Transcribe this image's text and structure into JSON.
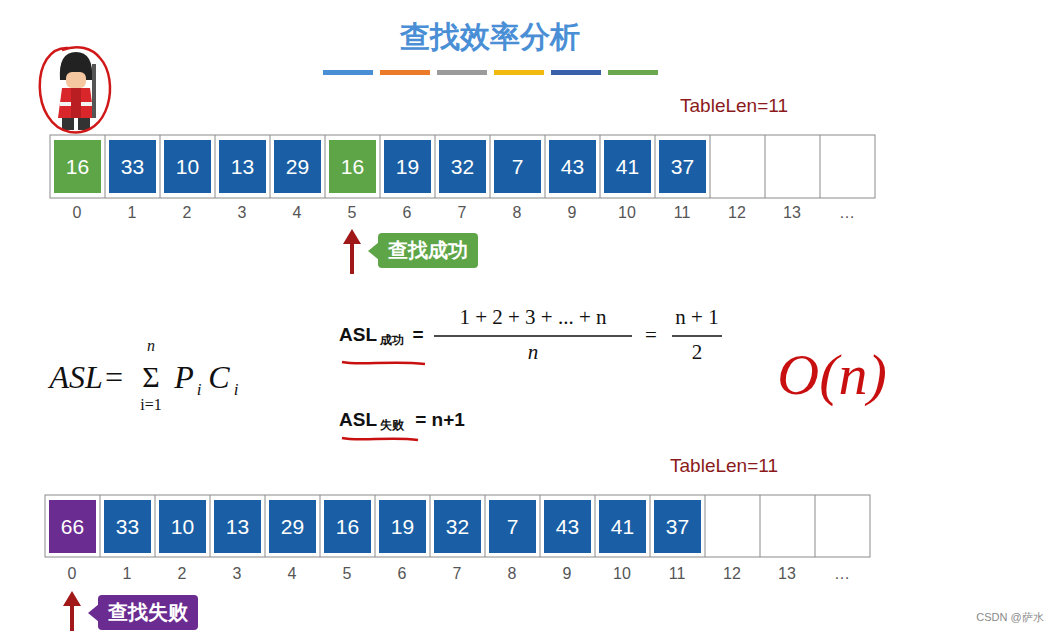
{
  "diagram": {
    "title": "查找效率分析",
    "nodes": [
      {
        "text": [
          "16"
        ]
      },
      {
        "text": [
          "33"
        ]
      },
      {
        "text": [
          "10"
        ]
      },
      {
        "text": [
          "13"
        ]
      },
      {
        "text": [
          "29"
        ]
      },
      {
        "text": [
          "16"
        ]
      },
      {
        "text": [
          "19"
        ]
      },
      {
        "text": [
          "32"
        ]
      },
      {
        "text": [
          "7"
        ]
      },
      {
        "text": [
          "43"
        ]
      },
      {
        "text": [
          "41"
        ]
      },
      {
        "text": [
          "37"
        ]
      },
      {
        "text": [
          "查找成功"
        ]
      },
      {
        "text": [
          "66"
        ]
      },
      {
        "text": [
          "33"
        ]
      },
      {
        "text": [
          "10"
        ]
      },
      {
        "text": [
          "13"
        ]
      },
      {
        "text": [
          "29"
        ]
      },
      {
        "text": [
          "16"
        ]
      },
      {
        "text": [
          "19"
        ]
      },
      {
        "text": [
          "32"
        ]
      },
      {
        "text": [
          "7"
        ]
      },
      {
        "text": [
          "43"
        ]
      },
      {
        "text": [
          "41"
        ]
      },
      {
        "text": [
          "37"
        ]
      },
      {
        "text": [
          "查找失败"
        ]
      }
    ],
    "labels": [
      "TableLen=11",
      "0",
      "1",
      "2",
      "3",
      "4",
      "5",
      "6",
      "7",
      "8",
      "9",
      "10",
      "11",
      "12",
      "13",
      "…",
      "ASL=",
      "Σ",
      "n",
      "i=1",
      "P",
      "i",
      "C",
      "i",
      "ASL",
      "成功",
      "=",
      "1 + 2 + 3 + ... + n",
      "n",
      "=",
      "n + 1",
      "2",
      "O(n)",
      "ASL",
      "失败",
      "= n+1",
      "TableLen=11",
      "0",
      "1",
      "2",
      "3",
      "4",
      "5",
      "6",
      "7",
      "8",
      "9",
      "10",
      "11",
      "12",
      "13",
      "…",
      "CSDN @萨水"
    ]
  }
}
